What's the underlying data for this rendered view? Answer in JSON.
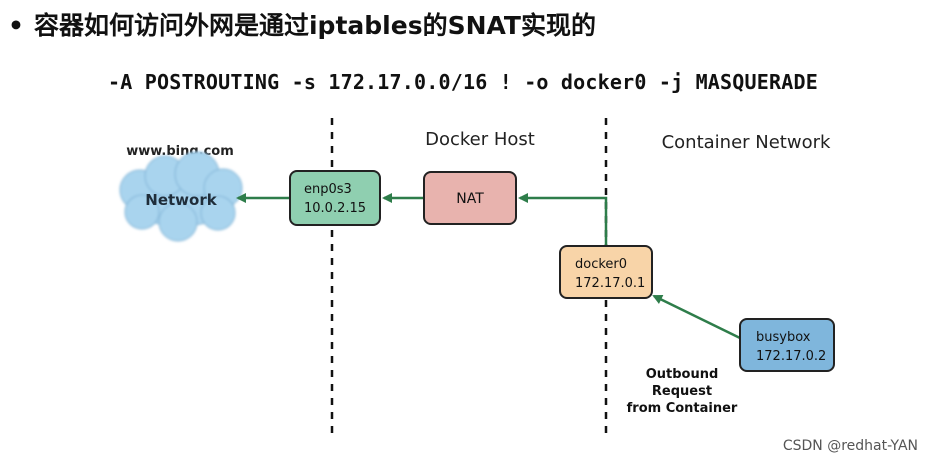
{
  "title": {
    "bullet": "•",
    "text": "容器如何访问外网是通过iptables的SNAT实现的"
  },
  "command": "-A POSTROUTING -s 172.17.0.0/16 ! -o docker0 -j MASQUERADE",
  "diagram": {
    "sections": {
      "docker_host": "Docker Host",
      "container_network": "Container Network"
    },
    "site_label": "www.bing.com",
    "cloud_label": "Network",
    "nodes": {
      "enp0s3": {
        "name": "enp0s3",
        "ip": "10.0.2.15",
        "fill": "#8fcfb0"
      },
      "nat": {
        "name": "NAT",
        "fill": "#e8b3ae"
      },
      "docker0": {
        "name": "docker0",
        "ip": "172.17.0.1",
        "fill": "#f8d4a8"
      },
      "busybox": {
        "name": "busybox",
        "ip": "172.17.0.2",
        "fill": "#7fb6dc"
      }
    },
    "outbound_label": [
      "Outbound",
      "Request",
      "from Container"
    ],
    "colors": {
      "arrow": "#2e7d4a",
      "cloud": "#a9d4ee",
      "divider": "#111111"
    }
  },
  "footer": "CSDN @redhat-YAN"
}
